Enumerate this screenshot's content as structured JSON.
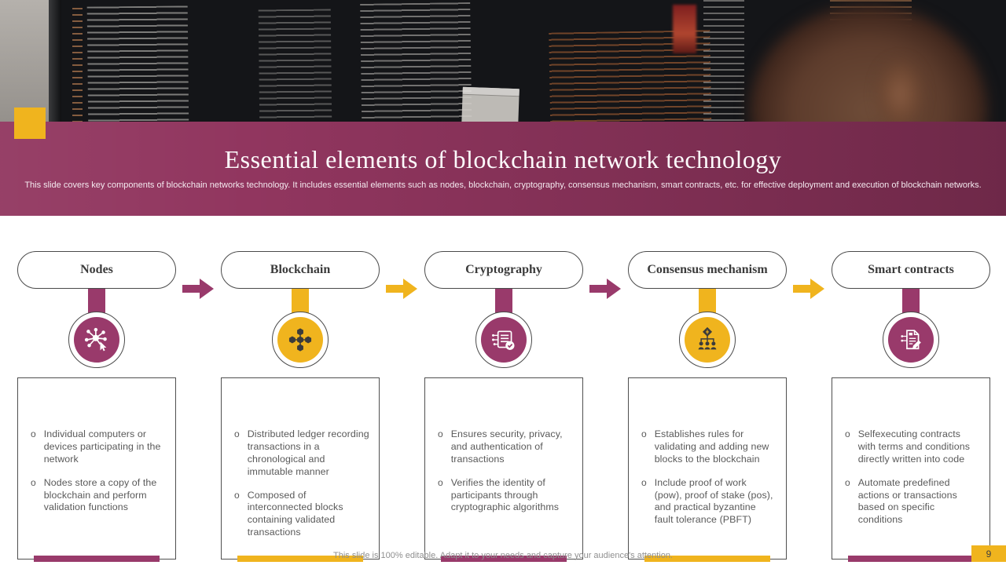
{
  "slide": {
    "title": "Essential elements of blockchain network technology",
    "subtitle": "This slide covers key components of blockchain networks technology. It includes essential elements such as nodes, blockchain, cryptography, consensus mechanism, smart contracts, etc. for effective deployment and execution of blockchain networks.",
    "footer": "This slide is 100% editable.  Adapt it to your needs and capture your audience's attention.",
    "page_number": "9",
    "bullet_marker": "o"
  },
  "colors": {
    "purple": "#993A6B",
    "yellow": "#F0B41E",
    "banner_overlay": "#91365F",
    "body_text": "#595959"
  },
  "columns": [
    {
      "title": "Nodes",
      "accent": "purple",
      "icon": "network-nodes-icon",
      "arrow_to_next": "purple",
      "bullets": [
        "Individual  computers or devices  participating  in the network",
        "Nodes  store  a copy of the blockchain  and  perform validation  functions"
      ]
    },
    {
      "title": "Blockchain",
      "accent": "yellow",
      "icon": "linked-blocks-icon",
      "arrow_to_next": "yellow",
      "bullets": [
        "Distributed  ledger recording  transactions in a chronological  and immutable  manner",
        "Composed  of interconnected  blocks containing  validated transactions"
      ]
    },
    {
      "title": "Cryptography",
      "accent": "purple",
      "icon": "encrypted-ledger-icon",
      "arrow_to_next": "purple",
      "bullets": [
        "Ensures  security,  privacy, and  authentication  of transactions",
        "Verifies  the  identity  of participants  through cryptographic  algorithms"
      ]
    },
    {
      "title": "Consensus mechanism",
      "accent": "yellow",
      "icon": "hierarchy-people-icon",
      "arrow_to_next": "yellow",
      "bullets": [
        "Establishes  rules  for validating  and  adding  new blocks  to  the  blockchain",
        "Include  proof  of  work (pow),  proof  of  stake (pos), and  practical  byzantine fault  tolerance  (PBFT)"
      ]
    },
    {
      "title": "Smart contracts",
      "accent": "purple",
      "icon": "contract-signature-icon",
      "arrow_to_next": null,
      "bullets": [
        "Selfexecuting  contracts with  terms  and  conditions directly  written  into  code",
        "Automate  predefined actions  or  transactions based  on  specific conditions"
      ]
    }
  ]
}
